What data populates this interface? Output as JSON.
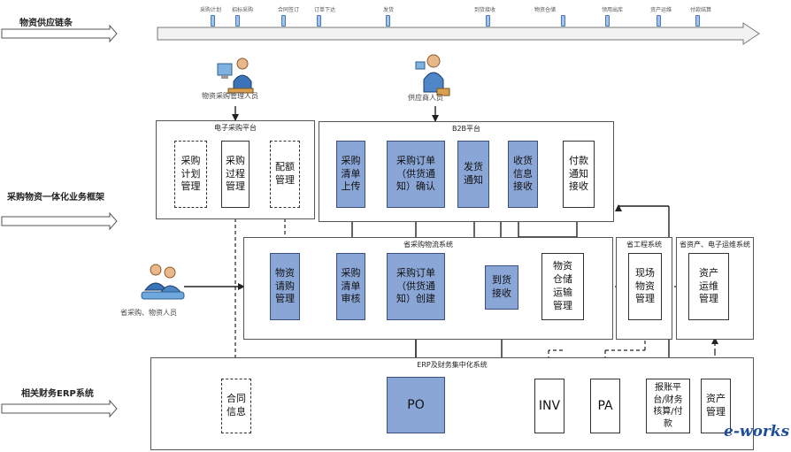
{
  "lanes": {
    "supply": "物资供应链条",
    "procurement": "采购物资一体化业务框架",
    "erp": "相关财务ERP系统"
  },
  "timeline": {
    "labels": [
      "采购计划",
      "招标采购",
      "合同签订",
      "订单下达",
      "发货",
      "到货接收",
      "物资仓储",
      "领用出库",
      "资产运维",
      "付款结算"
    ]
  },
  "people": {
    "top_left": "物资采购管理人员",
    "top_right": "供应商人员",
    "left": "省采购、物资人员"
  },
  "frames": {
    "ep": "电子采购平台",
    "b2b": "B2B平台",
    "logistics": "省采购物流系统",
    "engineering": "省工程系统",
    "asset": "省资产、电子运维系统",
    "erp": "ERP及财务集中化系统"
  },
  "boxes": {
    "purchase_plan": "采购\n计划\n管理",
    "purchase_process": "采购\n过程\n管理",
    "quota": "配额\n管理",
    "list_upload": "采购\n清单\n上传",
    "order_confirm": "采购订单\n（供货通\n知）确认",
    "ship_notice": "发货\n通知",
    "receipt_info": "收货\n信息\n接收",
    "payment_notice": "付款\n通知\n接收",
    "material_request": "物资\n请购\n管理",
    "list_review": "采购\n清单\n审核",
    "order_create": "采购订单\n（供货通\n知）创建",
    "arrival": "到货\n接收",
    "warehouse": "物资\n仓储\n运输\n管理",
    "site_material": "现场\n物资\n管理",
    "asset_ops": "资产\n运维\n管理",
    "contract_info": "合同\n信息",
    "po": "PO",
    "inv": "INV",
    "pa": "PA",
    "reimburse": "报账平\n台/财务\n核算/付\n款",
    "asset_mgmt": "资产\n管理"
  },
  "logo": "e-works",
  "colors": {
    "process_fill": "#8aa6d6",
    "process_border": "#3a4f7d",
    "timeline": "#9fc3ea"
  }
}
